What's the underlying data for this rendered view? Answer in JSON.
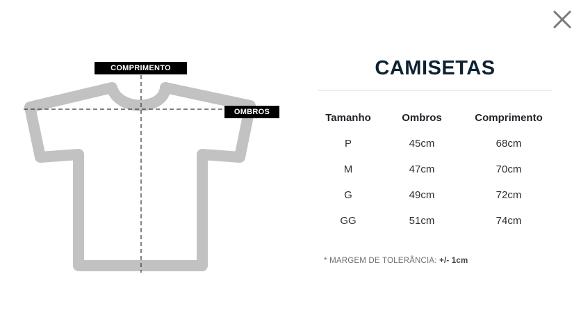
{
  "close": {
    "icon": "close-icon"
  },
  "diagram": {
    "labels": {
      "comprimento": "COMPRIMENTO",
      "ombros": "OMBROS"
    },
    "shirt_color": "#c2c2c2"
  },
  "title": "CAMISETAS",
  "table": {
    "headers": [
      "Tamanho",
      "Ombros",
      "Comprimento"
    ],
    "rows": [
      [
        "P",
        "45cm",
        "68cm"
      ],
      [
        "M",
        "47cm",
        "70cm"
      ],
      [
        "G",
        "49cm",
        "72cm"
      ],
      [
        "GG",
        "51cm",
        "74cm"
      ]
    ]
  },
  "note": {
    "prefix": "* MARGEM DE TOLERÂNCIA: ",
    "value": "+/- 1cm"
  }
}
